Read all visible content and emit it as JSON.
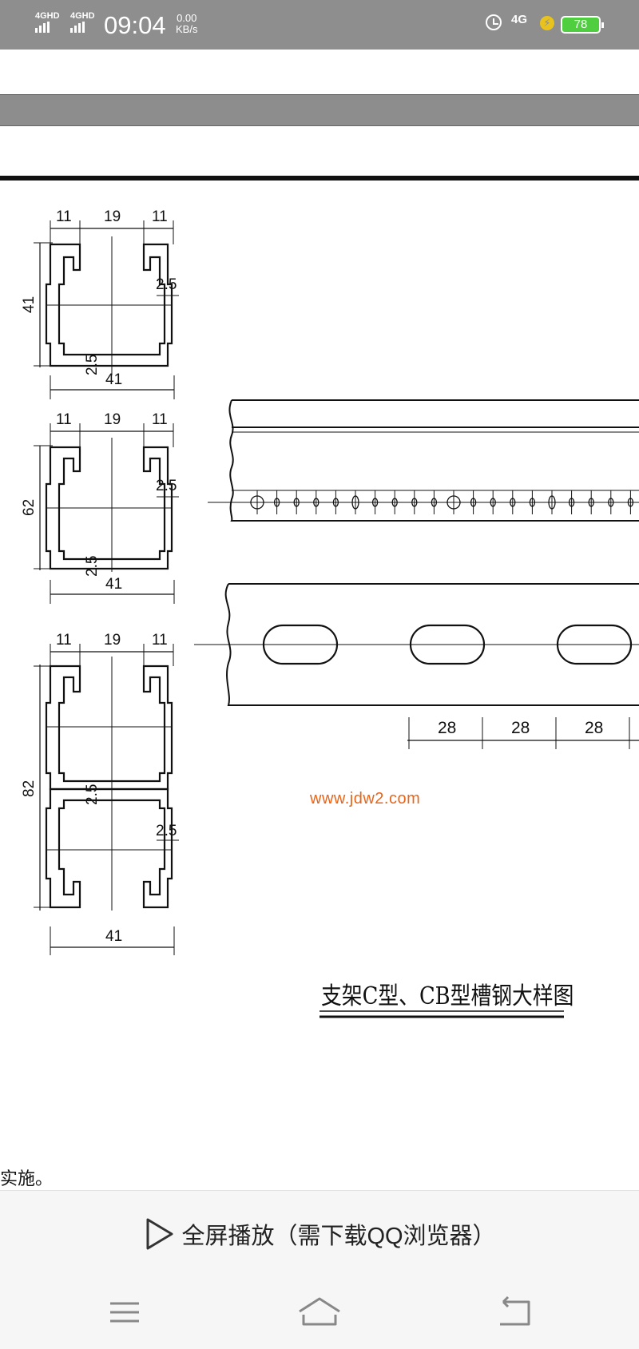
{
  "status_bar": {
    "signal_1": "4GHD",
    "signal_2": "4GHD",
    "time": "09:04",
    "speed_value": "0.00",
    "speed_unit": "KB/s",
    "network": "4G",
    "battery": "78",
    "icons": [
      "alarm-icon",
      "charging-icon",
      "battery-icon"
    ]
  },
  "drawing": {
    "channel_1": {
      "dims": [
        "11",
        "19",
        "11"
      ],
      "height": "41",
      "thick_side": "2.5",
      "thick_bottom": "2.5",
      "width": "41"
    },
    "channel_2": {
      "dims": [
        "11",
        "19",
        "11"
      ],
      "height": "62",
      "thick_side": "2.5",
      "thick_bottom": "2.5",
      "width": "41"
    },
    "channel_3": {
      "dims": [
        "11",
        "19",
        "11"
      ],
      "height": "82",
      "thick_mid": "2.5",
      "thick_side": "2.5",
      "width": "41"
    },
    "slot_spacing": [
      "28",
      "28",
      "28"
    ],
    "watermark": "www.jdw2.com",
    "caption": "支架C型、CB型槽钢大样图"
  },
  "page_text": {
    "trailing": "实施。"
  },
  "bottom": {
    "play_label": "全屏播放（需下载QQ浏览器）",
    "nav": [
      "menu-icon",
      "home-icon",
      "back-icon"
    ]
  },
  "colors": {
    "status_bar": "#8e8e8e",
    "battery": "#4fcf3f",
    "watermark": "#e8651a"
  }
}
